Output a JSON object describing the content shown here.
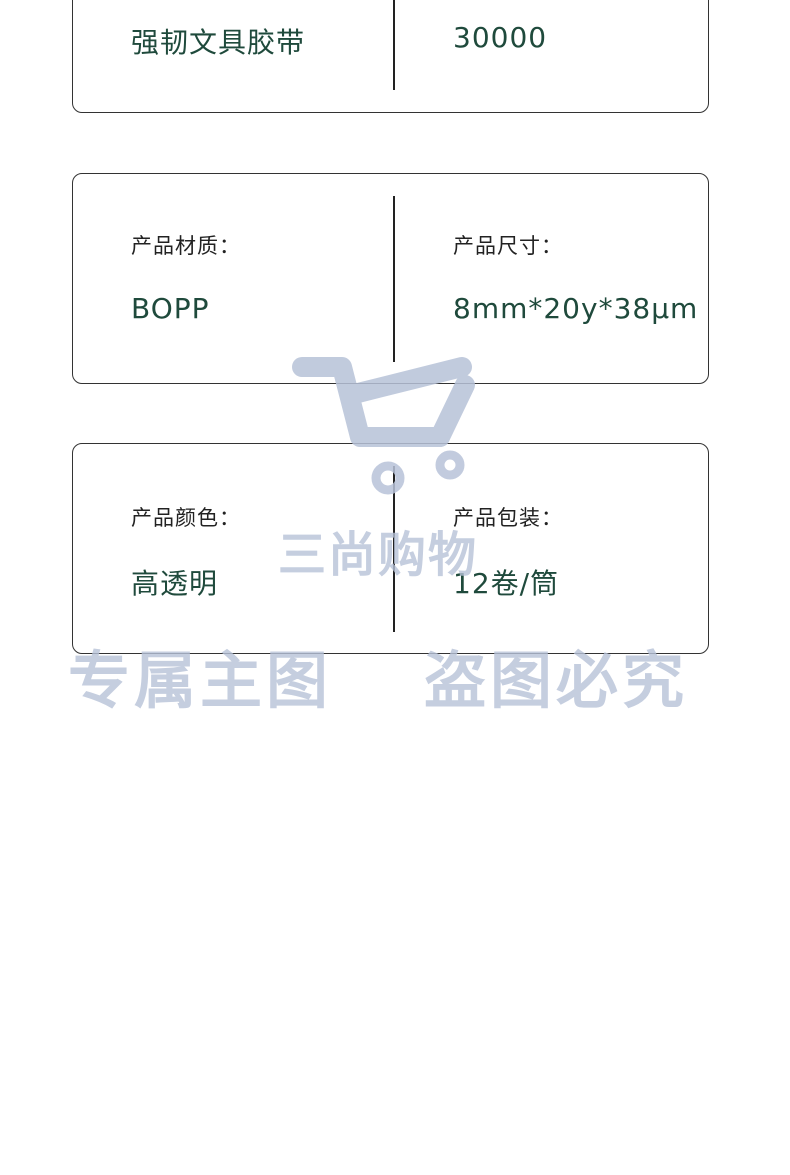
{
  "cards": [
    {
      "left": {
        "label": "",
        "value": "强韧文具胶带"
      },
      "right": {
        "label": "",
        "value": "30000"
      }
    },
    {
      "left": {
        "label": "产品材质：",
        "value": "BOPP"
      },
      "right": {
        "label": "产品尺寸：",
        "value": "8mm*20y*38μm"
      }
    },
    {
      "left": {
        "label": "产品颜色：",
        "value": "高透明"
      },
      "right": {
        "label": "产品包装：",
        "value": "12卷/筒"
      }
    }
  ],
  "watermark": {
    "brand": "三尚购物",
    "line_left": "专属主图",
    "line_right": "盗图必究",
    "icon": "shopping-cart-icon",
    "color": "#b7c2d8"
  },
  "colors": {
    "value_text": "#1f4a3c",
    "label_text": "#222222",
    "border": "#333333"
  }
}
